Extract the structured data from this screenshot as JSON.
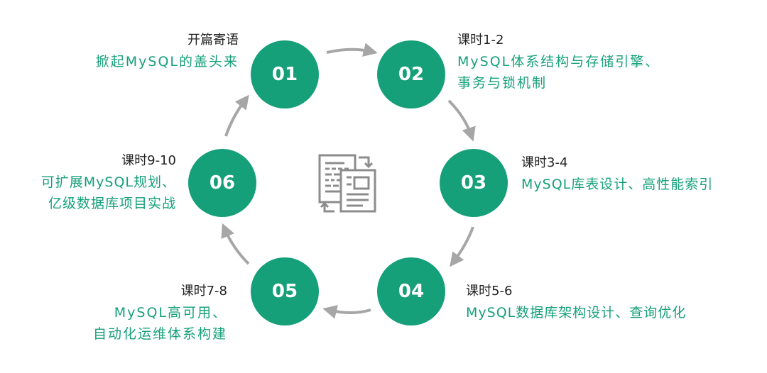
{
  "accent_color": "#16a07a",
  "arrow_color": "#a6a6a6",
  "center_icon": "document-copy-icon",
  "nodes": [
    {
      "num": "01",
      "heading": "开篇寄语",
      "lines": [
        "掀起MySQL的盖头来"
      ]
    },
    {
      "num": "02",
      "heading": "课时1-2",
      "lines": [
        "MySQL体系结构与存储引擎、",
        "事务与锁机制"
      ]
    },
    {
      "num": "03",
      "heading": "课时3-4",
      "lines": [
        "MySQL库表设计、高性能索引"
      ]
    },
    {
      "num": "04",
      "heading": "课时5-6",
      "lines": [
        "MySQL数据库架构设计、查询优化"
      ]
    },
    {
      "num": "05",
      "heading": "课时7-8",
      "lines": [
        "MySQL高可用、",
        "自动化运维体系构建"
      ]
    },
    {
      "num": "06",
      "heading": "课时9-10",
      "lines": [
        "可扩展MySQL规划、",
        "亿级数据库项目实战"
      ]
    }
  ]
}
